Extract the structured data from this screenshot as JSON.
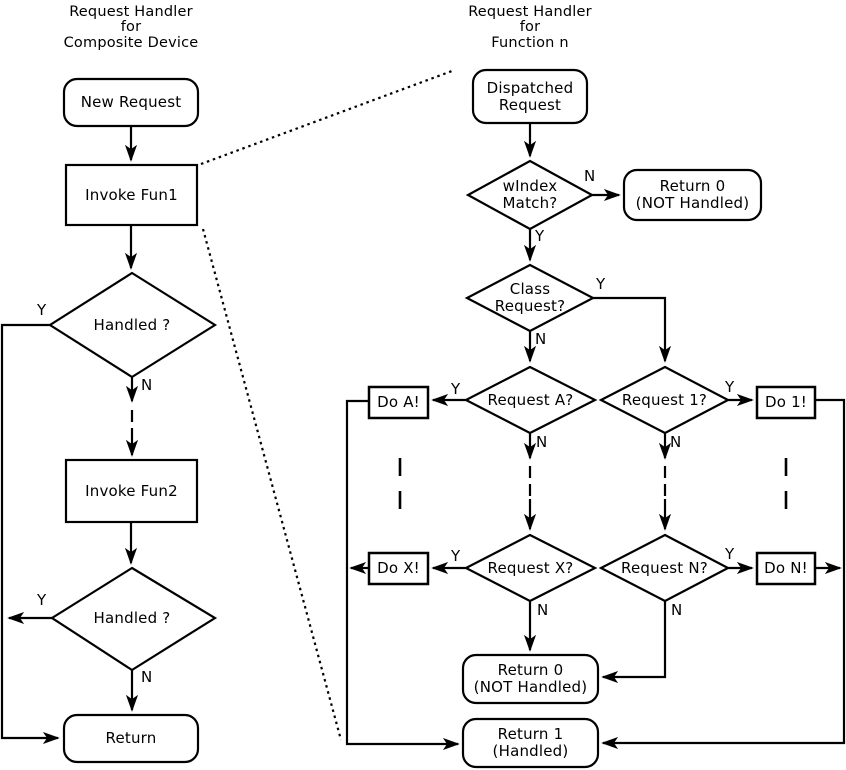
{
  "colors": {
    "ink": "#000000",
    "paper": "#ffffff"
  },
  "left": {
    "title": "Request Handler\nfor\nComposite Device",
    "nodes": {
      "new_request": "New Request",
      "invoke_fun1": "Invoke Fun1",
      "handled1": "Handled ?",
      "invoke_fun2": "Invoke Fun2",
      "handled2": "Handled ?",
      "return": "Return"
    },
    "branch_labels": {
      "handled1_y": "Y",
      "handled1_n": "N",
      "handled2_y": "Y",
      "handled2_n": "N"
    }
  },
  "right": {
    "title": "Request Handler\nfor\nFunction n",
    "nodes": {
      "dispatched": "Dispatched\nRequest",
      "windex": "wIndex\nMatch?",
      "return0_top": "Return 0\n(NOT Handled)",
      "class_request": "Class\nRequest?",
      "request_a": "Request A?",
      "do_a": "Do A!",
      "request_1": "Request 1?",
      "do_1": "Do 1!",
      "request_x": "Request X?",
      "do_x": "Do X!",
      "request_n": "Request N?",
      "do_n": "Do N!",
      "return0_bottom": "Return 0\n(NOT Handled)",
      "return1": "Return 1\n(Handled)"
    },
    "branch_labels": {
      "windex_n": "N",
      "windex_y": "Y",
      "class_y": "Y",
      "class_n": "N",
      "request_a_y": "Y",
      "request_a_n": "N",
      "request_1_y": "Y",
      "request_1_n": "N",
      "request_x_y": "Y",
      "request_x_n": "N",
      "request_n_y": "Y",
      "request_n_n": "N"
    }
  }
}
